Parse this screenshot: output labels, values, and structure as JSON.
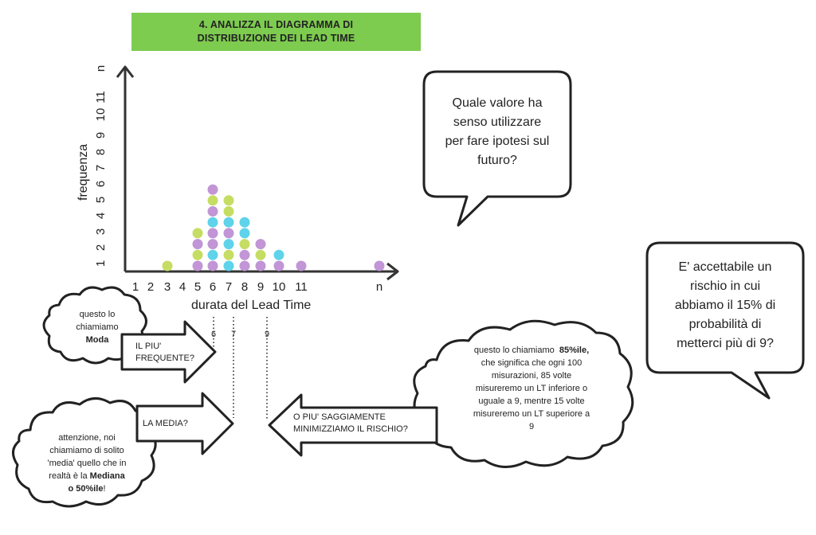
{
  "title": {
    "line1": "4. ANALIZZA IL DIAGRAMMA DI",
    "line2": "DISTRIBUZIONE DEI LEAD TIME"
  },
  "colors": {
    "title_bg": "#7dcb4f",
    "green": "#c6dd63",
    "purple": "#c195d6",
    "cyan": "#5fd3ea",
    "axis": "#333333"
  },
  "chart_data": {
    "type": "scatter",
    "xlabel": "durata del Lead Time",
    "ylabel": "frequenza",
    "x_ticks": [
      "1",
      "2",
      "3",
      "4",
      "5",
      "6",
      "7",
      "8",
      "9",
      "10",
      "11",
      "n"
    ],
    "y_ticks": [
      "1",
      "2",
      "3",
      "4",
      "5",
      "6",
      "7",
      "8",
      "9",
      "10",
      "11",
      "n"
    ],
    "columns": [
      {
        "x": "3",
        "dots": [
          "green"
        ]
      },
      {
        "x": "5",
        "dots": [
          "purple",
          "green",
          "purple",
          "green"
        ]
      },
      {
        "x": "6",
        "dots": [
          "purple",
          "cyan",
          "purple",
          "purple",
          "cyan",
          "purple",
          "green",
          "purple"
        ]
      },
      {
        "x": "7",
        "dots": [
          "cyan",
          "green",
          "cyan",
          "purple",
          "cyan",
          "green",
          "green"
        ]
      },
      {
        "x": "8",
        "dots": [
          "purple",
          "purple",
          "green",
          "cyan",
          "cyan"
        ]
      },
      {
        "x": "9",
        "dots": [
          "purple",
          "green",
          "purple"
        ]
      },
      {
        "x": "10",
        "dots": [
          "purple",
          "cyan"
        ]
      },
      {
        "x": "11",
        "dots": [
          "purple"
        ]
      },
      {
        "x": "n",
        "dots": [
          "purple"
        ]
      }
    ]
  },
  "markers": {
    "moda": "6",
    "media": "7",
    "p85": "9"
  },
  "bubble_top": {
    "lines": [
      "Quale valore ha",
      "senso utilizzare",
      "per fare ipotesi sul",
      "futuro?"
    ]
  },
  "bubble_right": {
    "lines": [
      "E' accettabile un",
      "rischio in cui",
      "abbiamo il 15% di",
      "probabilità di",
      "metterci più di 9?"
    ]
  },
  "cloud_moda": {
    "line1": "questo lo",
    "line2": "chiamiamo",
    "bold": "Moda"
  },
  "cloud_mediana": {
    "line1": "attenzione, noi",
    "line2": "chiamiamo di solito",
    "line3": "'media' quello che in",
    "line4_pre": "realtà è la ",
    "line4_bold": "Mediana",
    "line5_bold": "o 50%ile",
    "line5_post": "!"
  },
  "cloud_85": {
    "line1_pre": "questo lo chiamiamo  ",
    "line1_bold": "85%ile,",
    "line2": "che significa che ogni 100",
    "line3": "misurazioni, 85 volte",
    "line4": "misureremo un LT inferiore o",
    "line5": "uguale a 9, mentre 15 volte",
    "line6": "misureremo un LT superiore a",
    "line7": "9"
  },
  "arrow_moda": {
    "line1": "IL PIU'",
    "line2": "FREQUENTE?"
  },
  "arrow_media": {
    "line1": "LA MEDIA?"
  },
  "arrow_risk": {
    "line1": "O PIU' SAGGIAMENTE",
    "line2": "MINIMIZZIAMO IL RISCHIO?"
  }
}
